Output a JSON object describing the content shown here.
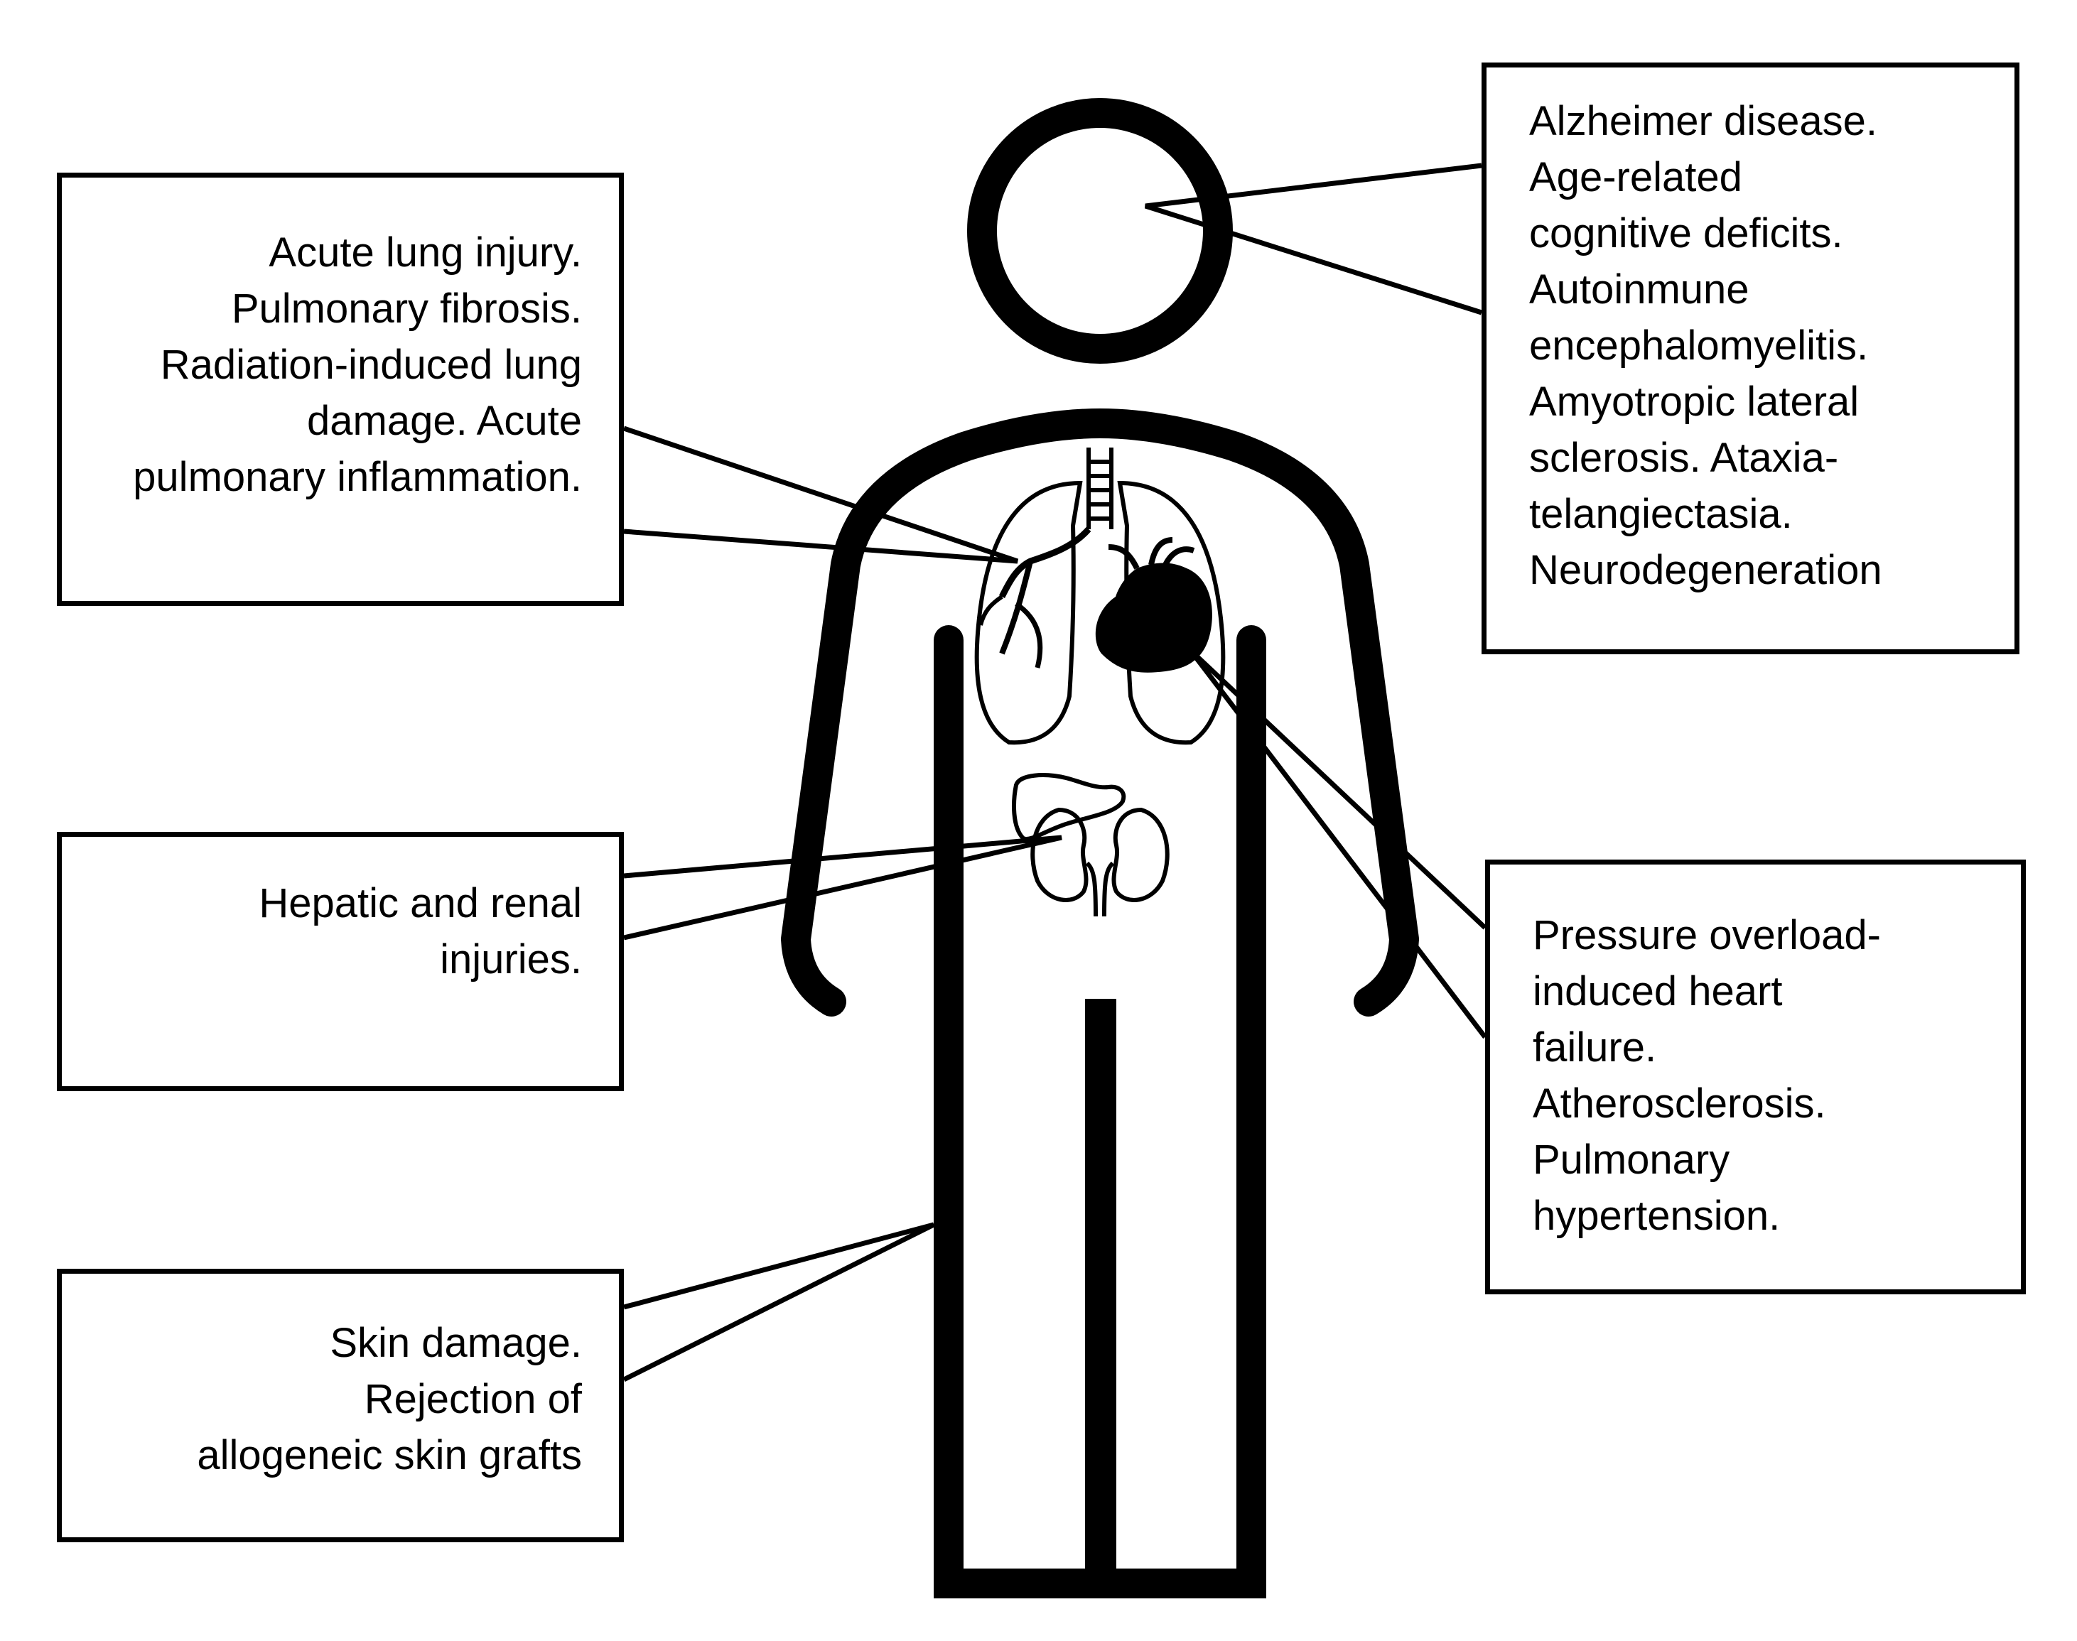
{
  "callouts": {
    "lung": {
      "lines": [
        "Acute lung injury.",
        "Pulmonary fibrosis.",
        "Radiation-induced lung",
        "damage. Acute",
        "pulmonary inflammation."
      ]
    },
    "liver_kidney": {
      "lines": [
        "Hepatic and renal",
        "injuries."
      ]
    },
    "skin": {
      "lines": [
        "Skin damage.",
        "Rejection of",
        "allogeneic skin grafts"
      ]
    },
    "brain": {
      "lines": [
        "Alzheimer disease.",
        "Age-related",
        "cognitive deficits.",
        "Autoinmune",
        "encephalomyelitis.",
        "Amyotropic lateral",
        "sclerosis. Ataxia-",
        "telangiectasia.",
        "Neurodegeneration"
      ]
    },
    "heart": {
      "lines": [
        "Pressure overload-",
        "induced heart",
        "failure.",
        "Atherosclerosis.",
        "Pulmonary",
        "hypertension."
      ]
    }
  },
  "colors": {
    "line": "#000000",
    "background": "#ffffff"
  }
}
